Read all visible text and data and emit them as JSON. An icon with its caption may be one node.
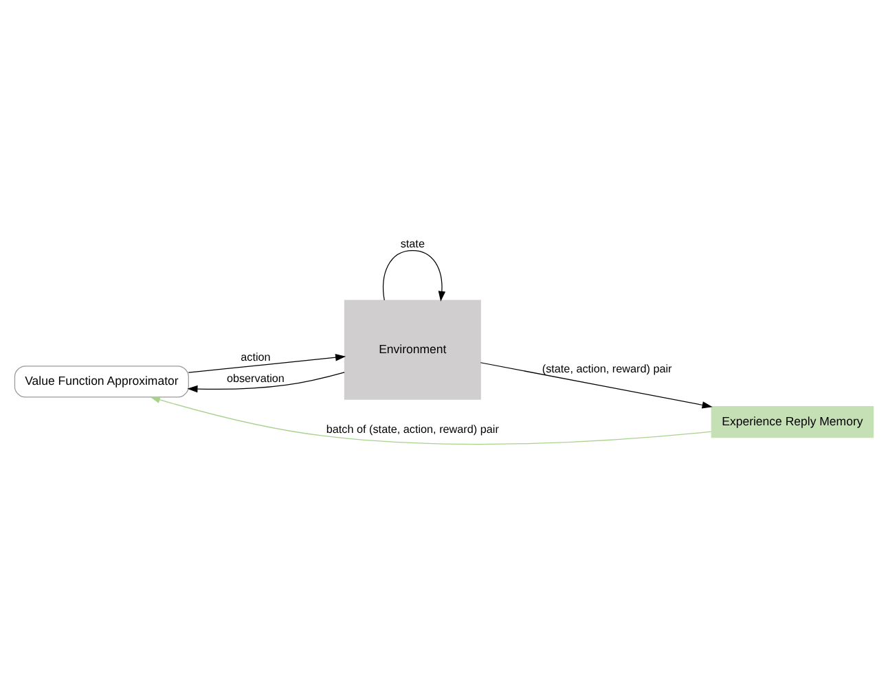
{
  "diagram": {
    "nodes": [
      {
        "text": [
          "Value Function Approximator"
        ]
      },
      {
        "text": [
          "Environment"
        ]
      },
      {
        "text": [
          "Experience Reply Memory"
        ]
      }
    ],
    "edges": [
      {
        "from": 1,
        "to": 0,
        "arrow": "to",
        "label": "observation"
      },
      {
        "from": 1,
        "to": 1,
        "arrow": "to",
        "label": "state"
      },
      {
        "from": 0,
        "to": 1,
        "arrow": "to",
        "label": "action"
      },
      {
        "from": 1,
        "to": 2,
        "arrow": "to",
        "label": "(state, action, reward) pair"
      },
      {
        "from": 2,
        "to": 0,
        "arrow": "to",
        "label": "batch of (state, action, reward) pair",
        "color": "#a9d18e"
      }
    ]
  }
}
